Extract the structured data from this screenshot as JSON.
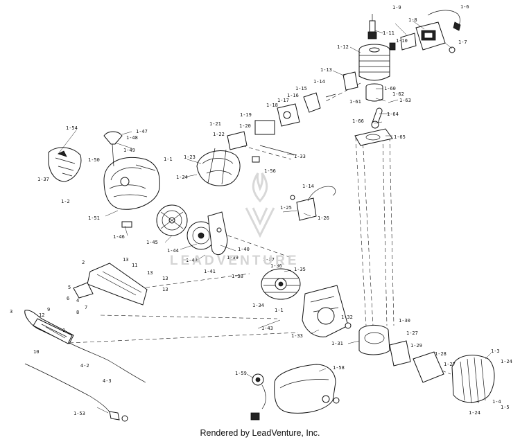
{
  "footer_text": "Rendered by LeadVenture, Inc.",
  "watermark_text": "LEADVENTURE",
  "colors": {
    "line": "#111111",
    "watermark": "#d8d8d8",
    "background": "#ffffff"
  },
  "part_labels": {
    "p1_1": "1-1",
    "p1_2": "1-2",
    "p1_3": "1-3",
    "p1_4": "1-4",
    "p1_5": "1-5",
    "p1_6": "1-6",
    "p1_7": "1-7",
    "p1_8": "1-8",
    "p1_9": "1-9",
    "p1_10": "1-10",
    "p1_11": "1-11",
    "p1_12": "1-12",
    "p1_13": "1-13",
    "p1_14": "1-14",
    "p1_15": "1-15",
    "p1_16": "1-16",
    "p1_17": "1-17",
    "p1_18": "1-18",
    "p1_19": "1-19",
    "p1_20": "1-20",
    "p1_21": "1-21",
    "p1_22": "1-22",
    "p1_23": "1-23",
    "p1_24a": "1-24",
    "p1_24b": "1-24",
    "p1_24c": "1-24",
    "p1_25": "1-25",
    "p1_26": "1-26",
    "p1_27a": "1-27",
    "p1_27b": "1-27",
    "p1_28": "1-28",
    "p1_29": "1-29",
    "p1_30": "1-30",
    "p1_31": "1-31",
    "p1_32": "1-32",
    "p1_33a": "1-33",
    "p1_33b": "1-33",
    "p1_34": "1-34",
    "p1_35": "1-35",
    "p1_36": "1-36",
    "p1_37a": "1-37",
    "p1_37b": "1-37",
    "p1_38": "1-38",
    "p1_39": "1-39",
    "p1_40": "1-40",
    "p1_41": "1-41",
    "p1_42": "1-42",
    "p1_43": "1-43",
    "p1_44": "1-44",
    "p1_45": "1-45",
    "p1_46": "1-46",
    "p1_47": "1-47",
    "p1_48": "1-48",
    "p1_49": "1-49",
    "p1_50": "1-50",
    "p1_51": "1-51",
    "p1_53": "1-53",
    "p1_54": "1-54",
    "p1_56": "1-56",
    "p1_58": "1-58",
    "p1_59": "1-59",
    "p1_60": "1-60",
    "p1_61": "1-61",
    "p1_62": "1-62",
    "p1_63": "1-63",
    "p1_64": "1-64",
    "p1_65": "1-65",
    "p1_66": "1-66",
    "p1_1b": "1-1",
    "p4_2a": "4-2",
    "p4_3": "4-3",
    "n1": "1",
    "n2": "2",
    "n3": "3",
    "n4": "4",
    "n5": "5",
    "n6": "6",
    "n7": "7",
    "n8": "8",
    "n9": "9",
    "n10": "10",
    "n11": "11",
    "n12": "12",
    "n13a": "13",
    "n13b": "13",
    "n13c": "13",
    "n13d": "13"
  }
}
